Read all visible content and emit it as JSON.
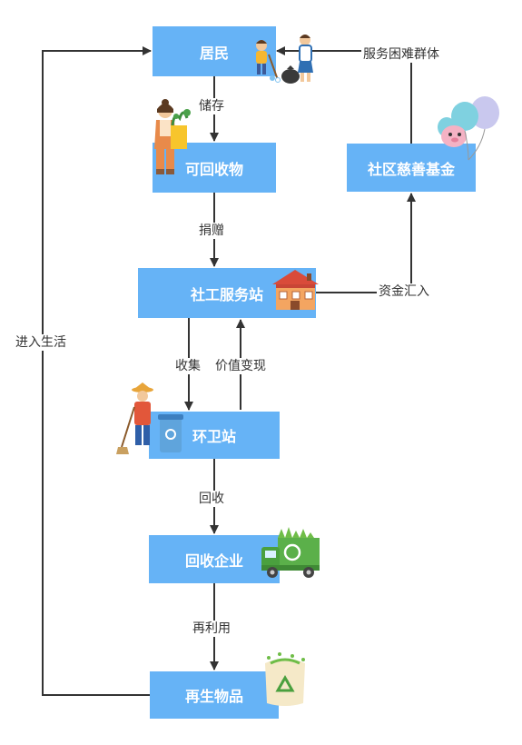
{
  "nodes": {
    "residents": "居民",
    "recyclables": "可回收物",
    "social_station": "社工服务站",
    "sanitation_station": "环卫站",
    "recycling_company": "回收企业",
    "renewed_goods": "再生物品",
    "charity_fund": "社区慈善基金"
  },
  "edges": {
    "store": "储存",
    "donate": "捐赠",
    "collect": "收集",
    "value_realize": "价值变现",
    "recycle": "回收",
    "reuse": "再利用",
    "enter_life": "进入生活",
    "fund_inflow": "资金汇入",
    "serve_needy": "服务困难群体"
  },
  "colors": {
    "node_fill": "#66b3f6",
    "node_text": "#ffffff",
    "line": "#333333"
  },
  "icons": {
    "residents": "people-cleaning-icon",
    "recyclables": "woman-with-bag-icon",
    "social_station": "house-icon",
    "sanitation_station": "street-sweeper-icon",
    "recycling_company": "recycling-truck-icon",
    "renewed_goods": "recycle-bag-icon",
    "charity_fund": "balloons-icon"
  }
}
